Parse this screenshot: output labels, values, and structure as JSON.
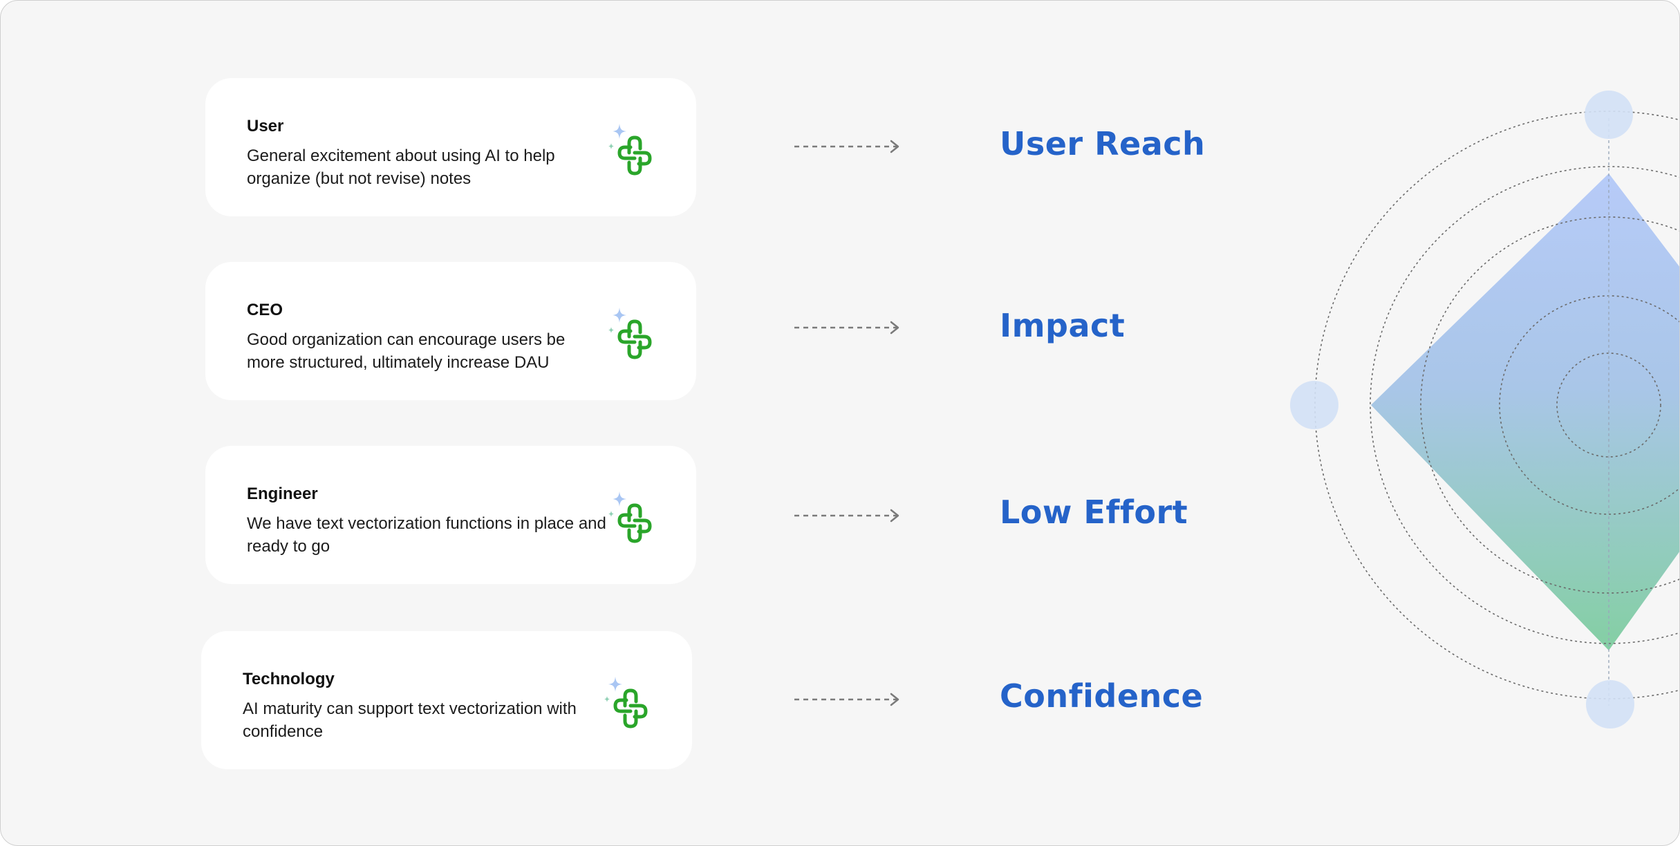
{
  "cards": [
    {
      "role": "User",
      "description": "General excitement about using AI to help organize (but not revise) notes",
      "icon": "sparkle-knot-icon"
    },
    {
      "role": "CEO",
      "description": "Good organization can encourage users be more structured, ultimately increase DAU",
      "icon": "sparkle-knot-icon"
    },
    {
      "role": "Engineer",
      "description": "We have text vectorization functions in place and ready to go",
      "icon": "sparkle-knot-icon"
    },
    {
      "role": "Technology",
      "description": "AI maturity can support text vectorization with confidence",
      "icon": "sparkle-knot-icon"
    }
  ],
  "metrics": [
    "User Reach",
    "Impact",
    "Low Effort",
    "Confidence"
  ],
  "colors": {
    "background": "#f6f6f6",
    "card": "#ffffff",
    "metric_text": "#2563c9",
    "icon_green": "#2aa52a",
    "sparkle_blue": "#a9c6f3",
    "radar_top": "#b5c9f7",
    "radar_bottom": "#86cfa6",
    "node": "#d3e1f6"
  }
}
